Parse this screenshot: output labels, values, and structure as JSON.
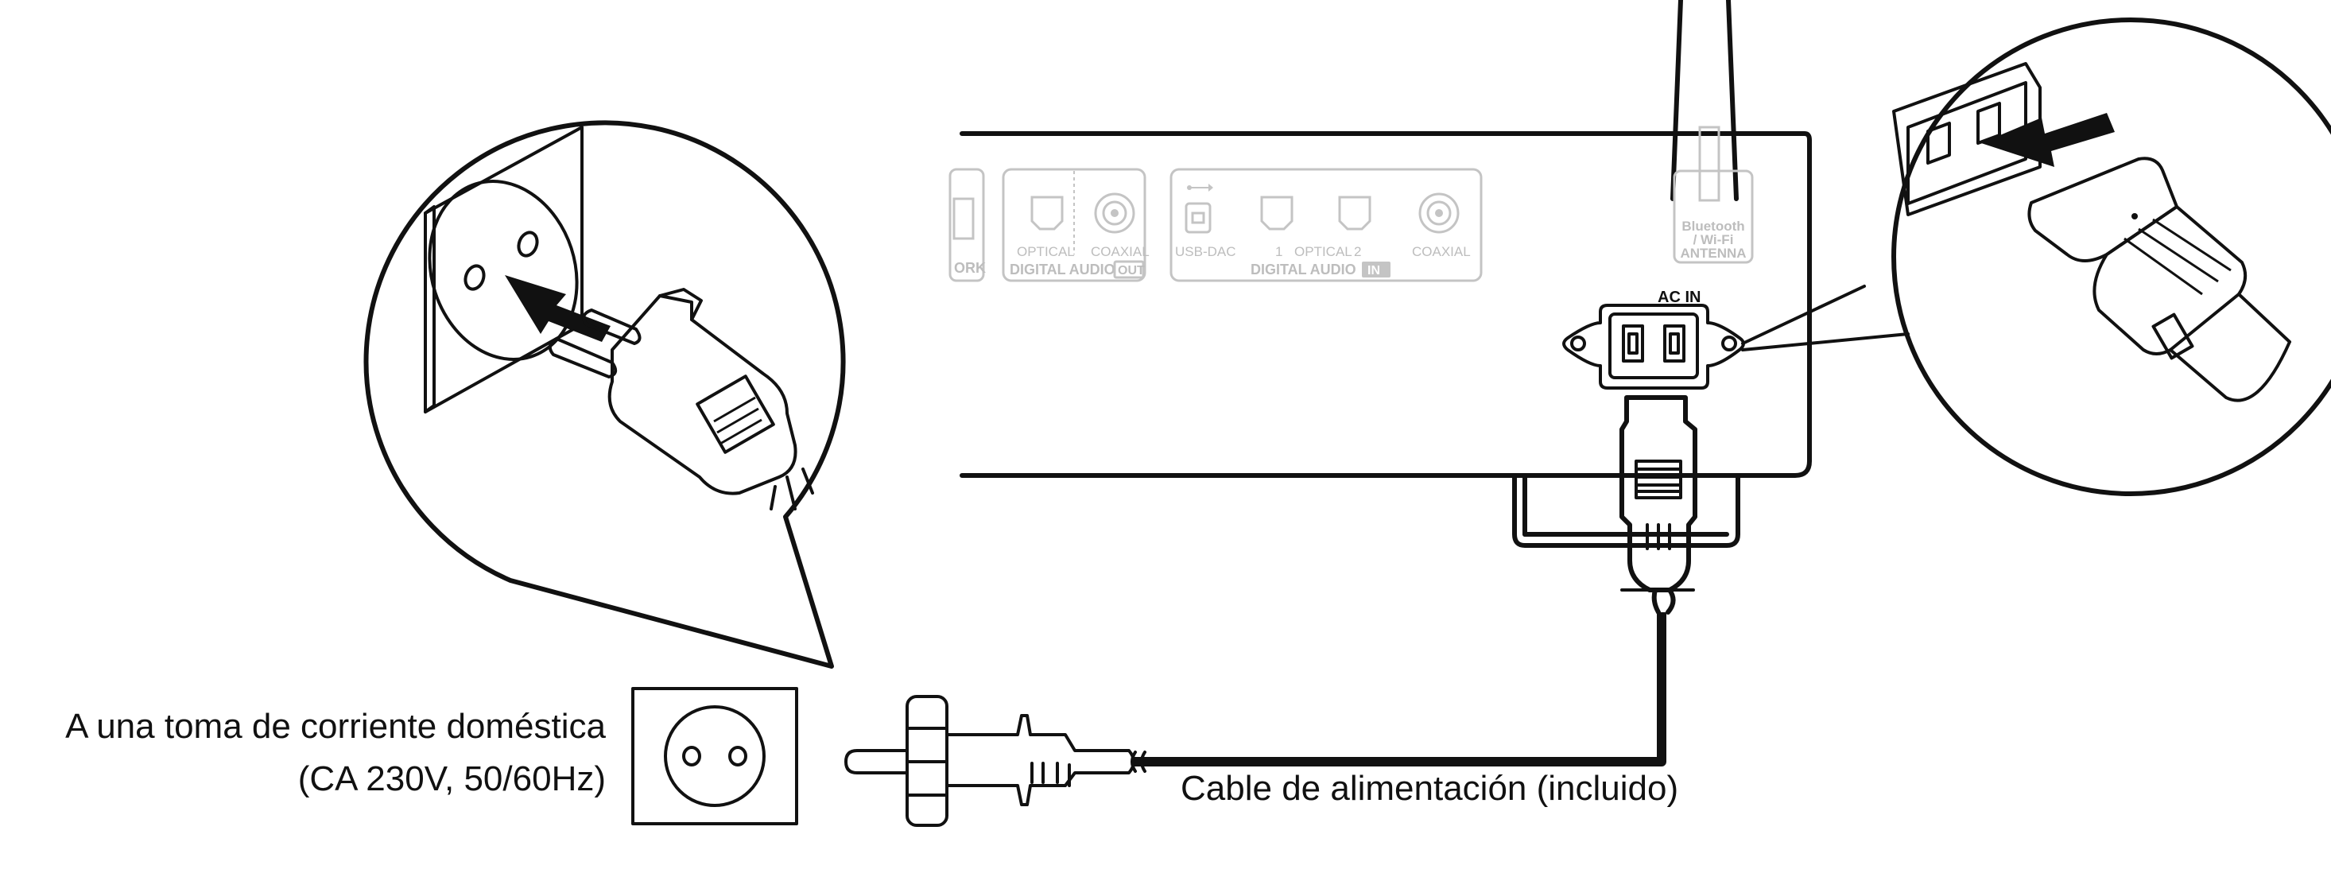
{
  "labels": {
    "outlet": "A una toma de corriente doméstica",
    "voltage": "(CA 230V, 50/60Hz)",
    "cable": "Cable de alimentación (incluido)",
    "ac_in": "AC IN"
  },
  "panel": {
    "network": "ORK",
    "optical_out": "OPTICAL",
    "coaxial_out": "COAXIAL",
    "digital_audio_out": "DIGITAL AUDIO",
    "out_badge": "OUT",
    "usb_dac": "USB-DAC",
    "optical_1": "1",
    "optical_word": "OPTICAL",
    "optical_2": "2",
    "coaxial_in": "COAXIAL",
    "digital_audio_in": "DIGITAL AUDIO",
    "in_badge": "IN",
    "antenna_1": "Bluetooth",
    "antenna_2": "/ Wi-Fi",
    "antenna_3": "ANTENNA"
  },
  "colors": {
    "line": "#111111",
    "panel_gray": "#bdbdbd",
    "plug_fill": "#b9b9b9"
  }
}
